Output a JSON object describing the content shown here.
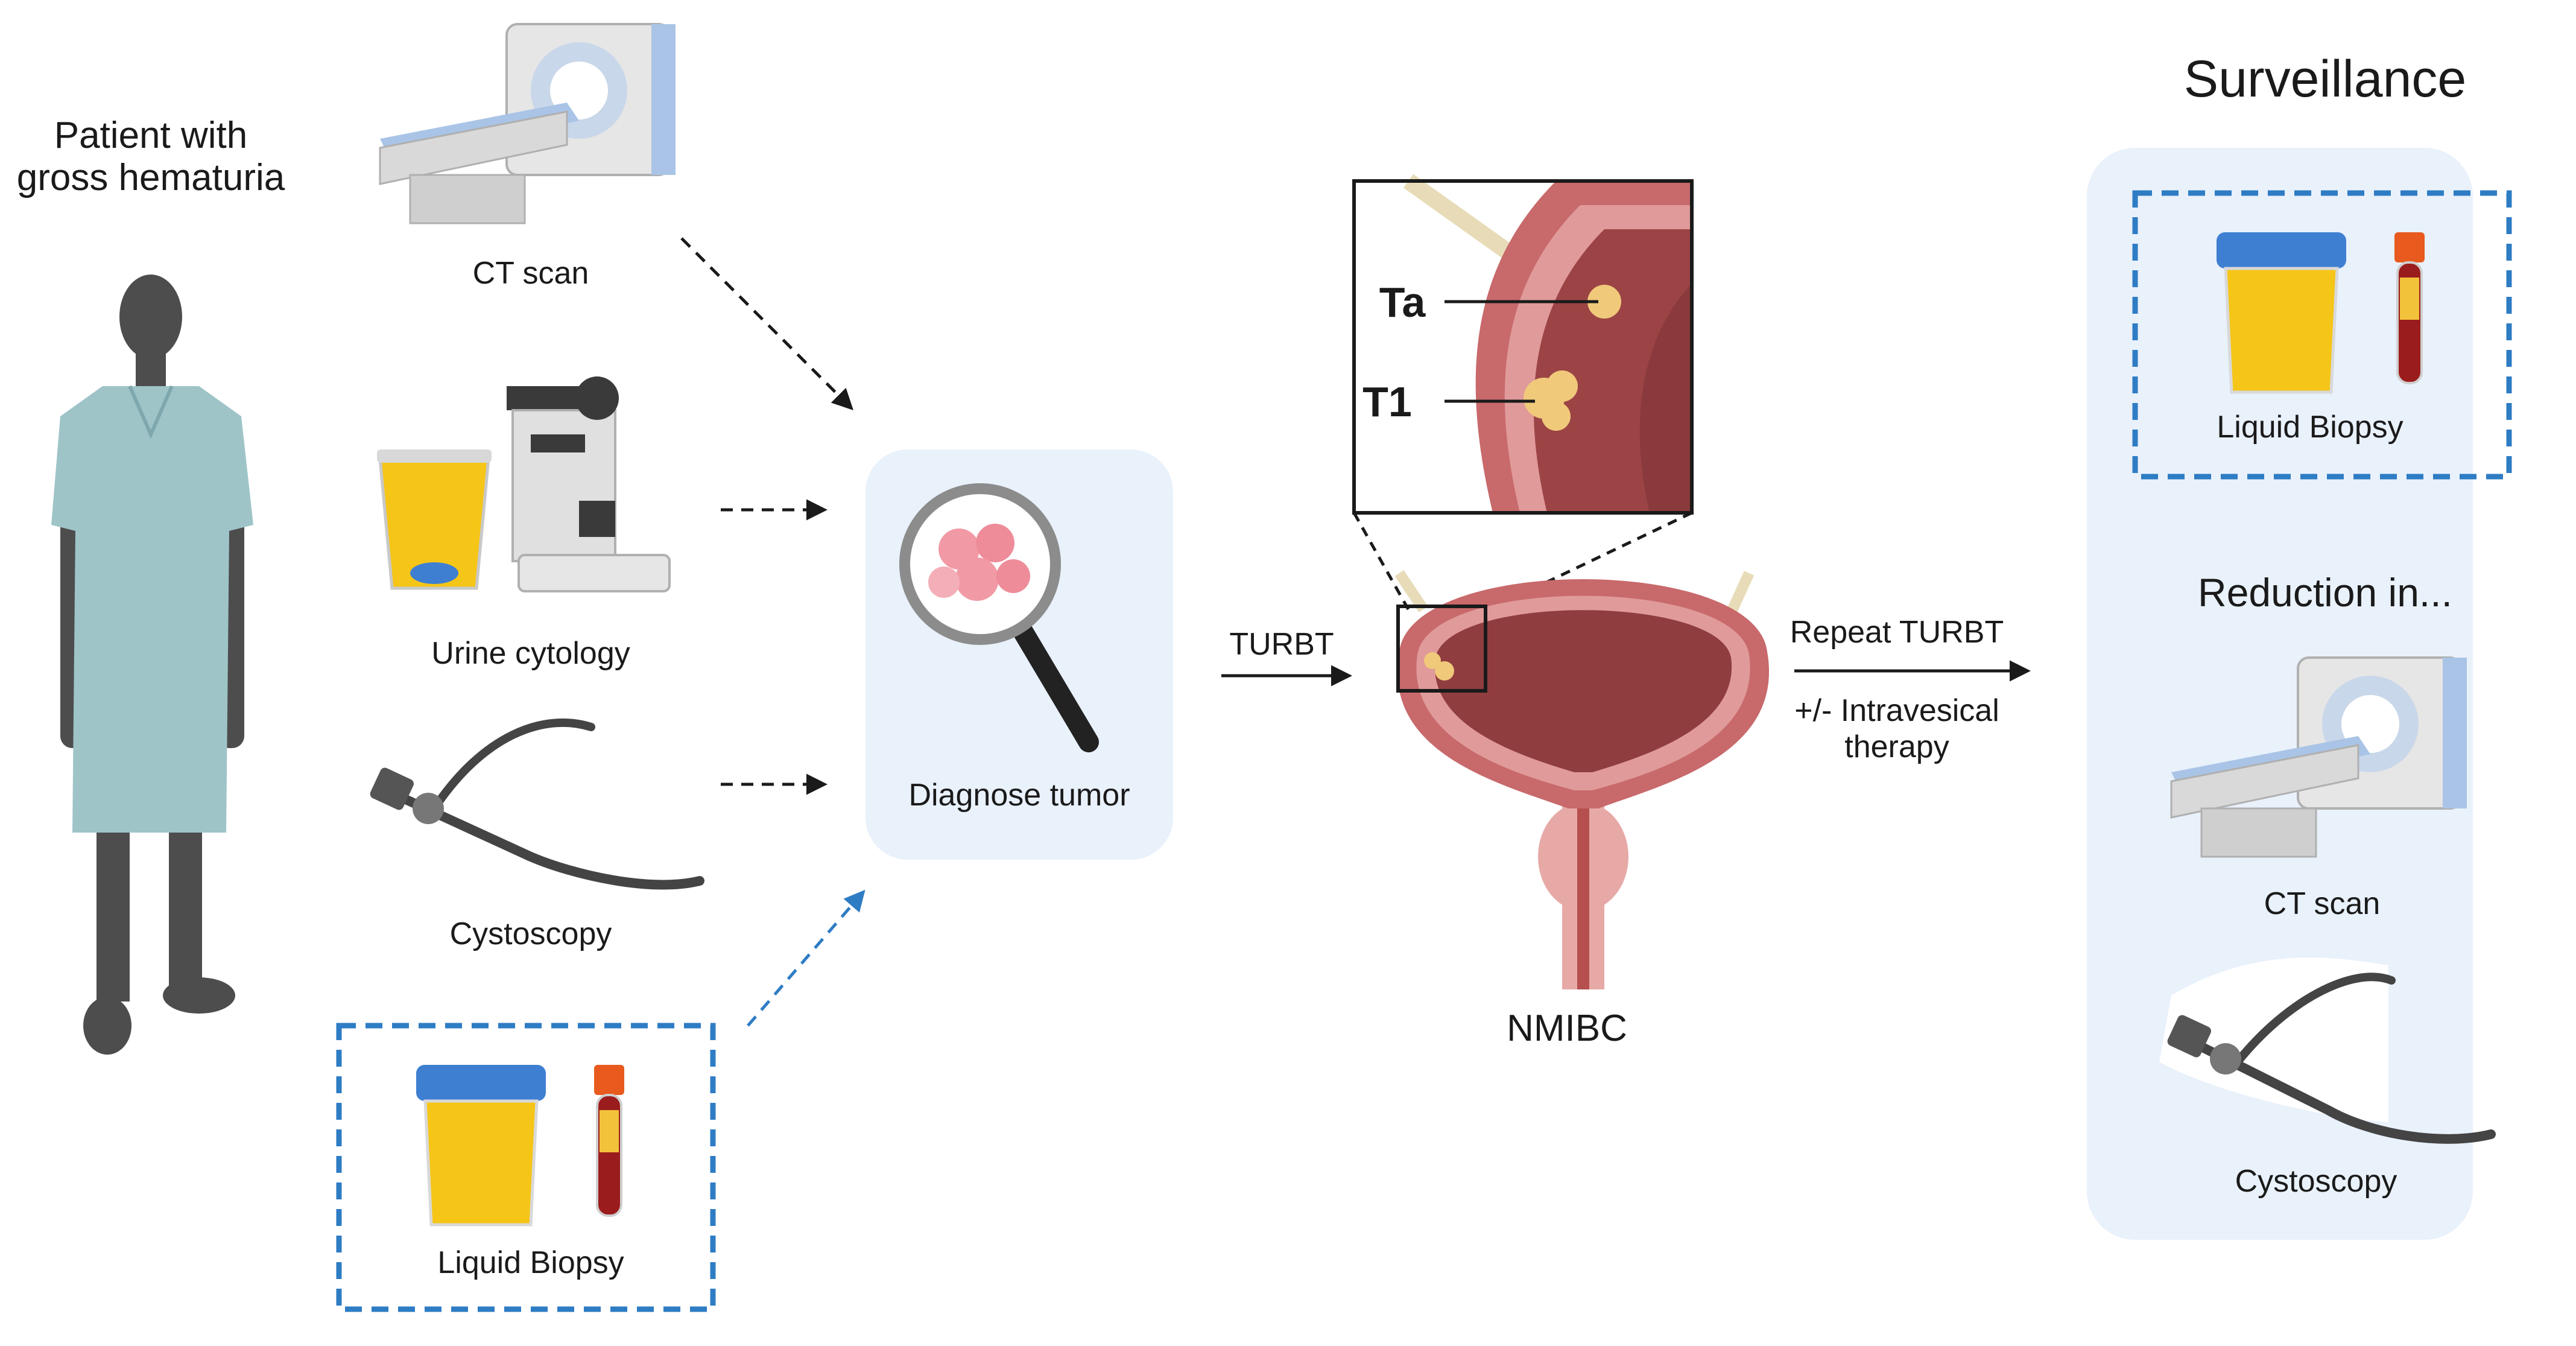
{
  "patient": {
    "label_line1": "Patient with",
    "label_line2": "gross hematuria"
  },
  "diagnostics": {
    "ct_scan": "CT scan",
    "urine_cytology": "Urine cytology",
    "cystoscopy": "Cystoscopy",
    "liquid_biopsy": "Liquid Biopsy"
  },
  "diagnose": {
    "label": "Diagnose tumor"
  },
  "turbt": {
    "label": "TURBT"
  },
  "bladder": {
    "stage_ta": "Ta",
    "stage_t1": "T1",
    "label": "NMIBC"
  },
  "repeat": {
    "label": "Repeat TURBT",
    "therapy_line1": "+/- Intravesical",
    "therapy_line2": "therapy"
  },
  "surveillance": {
    "title": "Surveillance",
    "liquid_biopsy": "Liquid Biopsy",
    "reduction": "Reduction in...",
    "ct_scan": "CT scan",
    "cystoscopy": "Cystoscopy"
  },
  "colors": {
    "panel_bg": "#e9f1fb",
    "dashed_blue": "#2e7cc4",
    "urine": "#f5c518",
    "cap_blue": "#3e7fd1",
    "bladder_tissue": "#c8696b",
    "bladder_inner": "#8f3d3f",
    "tumor": "#f0c97a"
  }
}
